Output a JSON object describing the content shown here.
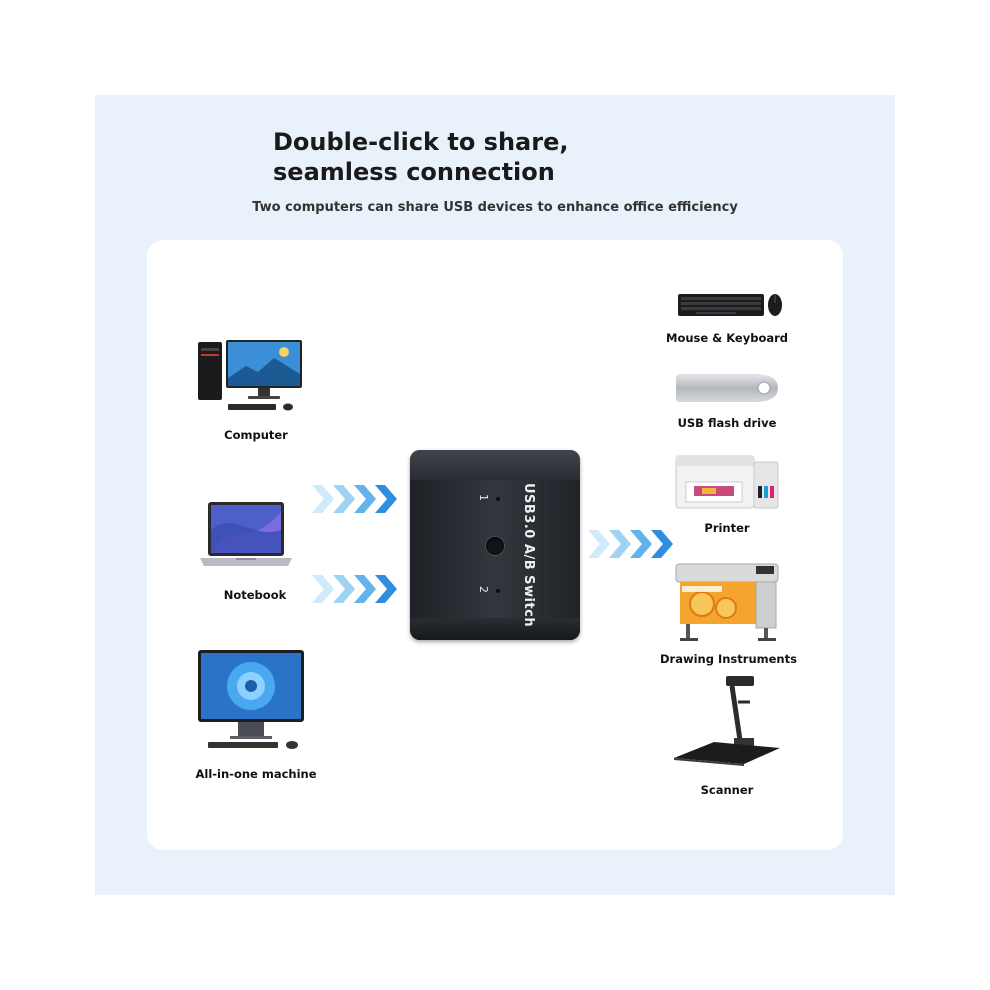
{
  "header": {
    "title": "Double-click to share, seamless connection",
    "subtitle": "Two computers can share USB devices to enhance office efficiency"
  },
  "switch": {
    "brand": "USB3.0 A/B Switch",
    "port1": "1",
    "port2": "2"
  },
  "computers": [
    {
      "label": "Computer",
      "icon": "desktop-computer-icon"
    },
    {
      "label": "Notebook",
      "icon": "laptop-icon"
    },
    {
      "label": "All-in-one machine",
      "icon": "all-in-one-pc-icon"
    }
  ],
  "devices": [
    {
      "label": "Mouse & Keyboard",
      "icon": "keyboard-mouse-icon"
    },
    {
      "label": "USB flash drive",
      "icon": "usb-flash-drive-icon"
    },
    {
      "label": "Printer",
      "icon": "printer-icon"
    },
    {
      "label": "Drawing Instruments",
      "icon": "plotter-icon"
    },
    {
      "label": "Scanner",
      "icon": "document-scanner-icon"
    }
  ],
  "colors": {
    "background": "#e9f1fb",
    "card": "#ffffff",
    "arrow_light": "#bfe3f7",
    "arrow_dark": "#2f8ee0",
    "switch_body": "#2a2d32"
  }
}
